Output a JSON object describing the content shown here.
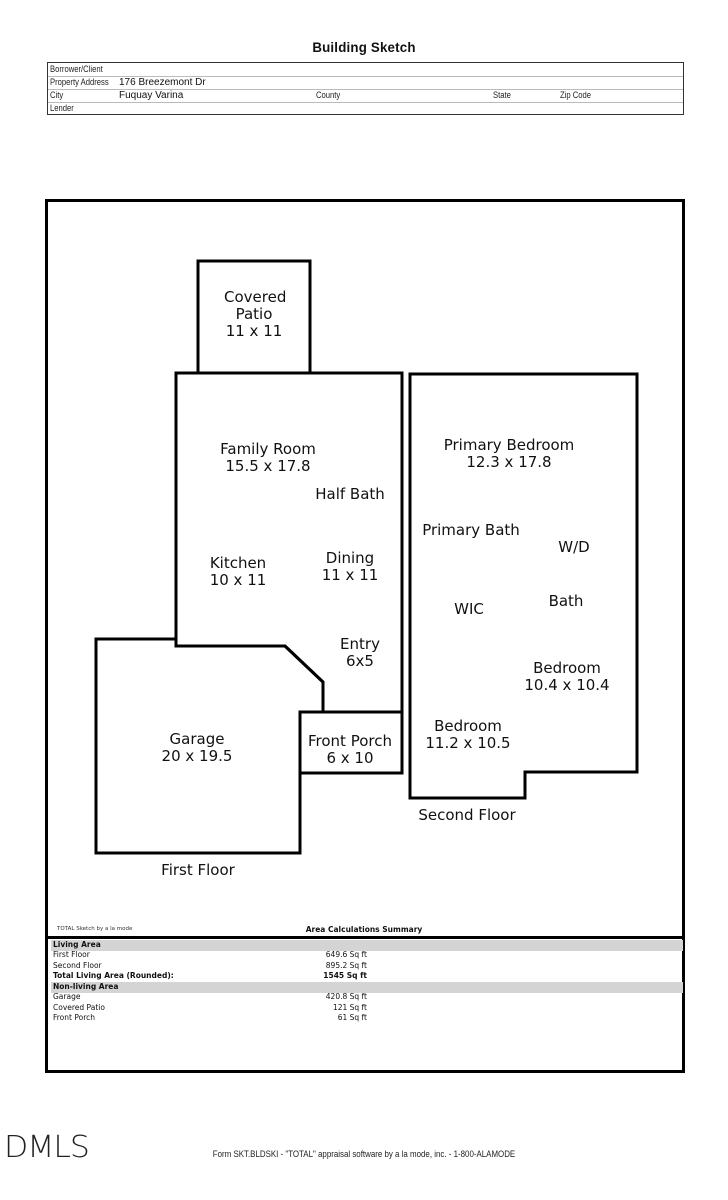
{
  "document": {
    "title": "Building Sketch"
  },
  "header": {
    "borrower_label": "Borrower/Client",
    "borrower_value": "",
    "address_label": "Property Address",
    "address_value": "176 Breezemont Dr",
    "city_label": "City",
    "city_value": "Fuquay Varina",
    "county_label": "County",
    "state_label": "State",
    "zip_label": "Zip Code",
    "lender_label": "Lender"
  },
  "sketch": {
    "first_floor": {
      "label": "First Floor",
      "rooms": [
        {
          "name": "Covered Patio",
          "dims": "11 x 11"
        },
        {
          "name": "Family Room",
          "dims": "15.5 x 17.8"
        },
        {
          "name": "Half Bath",
          "dims": ""
        },
        {
          "name": "Kitchen",
          "dims": "10 x 11"
        },
        {
          "name": "Dining",
          "dims": "11 x 11"
        },
        {
          "name": "Entry",
          "dims": "6x5"
        },
        {
          "name": "Garage",
          "dims": "20 x 19.5"
        },
        {
          "name": "Front Porch",
          "dims": "6 x 10"
        }
      ]
    },
    "second_floor": {
      "label": "Second Floor",
      "rooms": [
        {
          "name": "Primary Bedroom",
          "dims": "12.3 x 17.8"
        },
        {
          "name": "Primary Bath",
          "dims": ""
        },
        {
          "name": "W/D",
          "dims": ""
        },
        {
          "name": "WIC",
          "dims": ""
        },
        {
          "name": "Bath",
          "dims": ""
        },
        {
          "name": "Bedroom",
          "dims": "10.4 x 10.4"
        },
        {
          "name": "Bedroom",
          "dims": "11.2 x 10.5"
        }
      ]
    },
    "credit": "TOTAL Sketch by a la mode"
  },
  "area_summary": {
    "title": "Area Calculations Summary",
    "living_label": "Living Area",
    "living": [
      {
        "name": "First Floor",
        "value": "649.6 Sq ft"
      },
      {
        "name": "Second Floor",
        "value": "895.2 Sq ft"
      }
    ],
    "total_label": "Total Living Area (Rounded):",
    "total_value": "1545 Sq ft",
    "nonliving_label": "Non-living Area",
    "nonliving": [
      {
        "name": "Garage",
        "value": "420.8 Sq ft"
      },
      {
        "name": "Covered Patio",
        "value": "121 Sq ft"
      },
      {
        "name": "Front Porch",
        "value": "61 Sq ft"
      }
    ]
  },
  "footer": {
    "logo": "DMLS",
    "form_text": "Form SKT.BLDSKI - \"TOTAL\" appraisal software by a la mode, inc. - 1-800-ALAMODE"
  }
}
